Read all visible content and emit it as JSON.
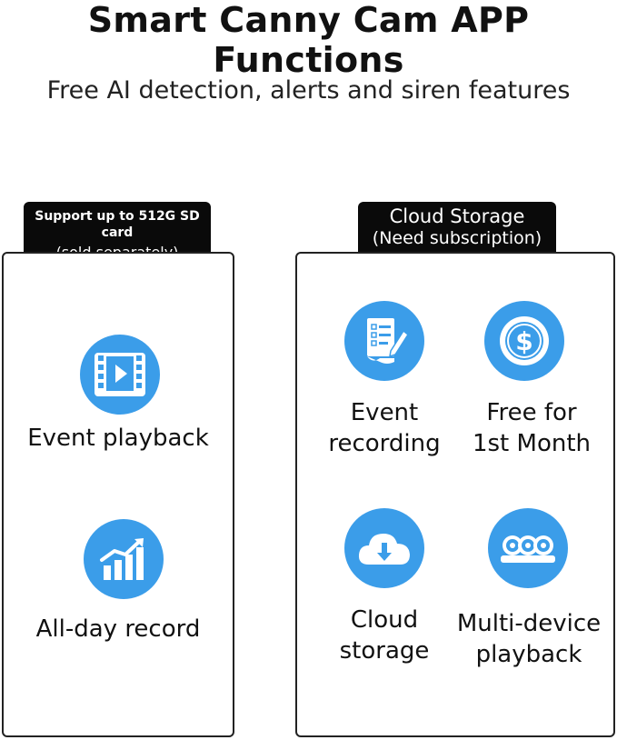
{
  "header": {
    "title": "Smart Canny Cam APP Functions",
    "subtitle": "Free AI detection, alerts and siren features"
  },
  "left_panel": {
    "tab_line1": "Support up to 512G SD card",
    "tab_line2": "(sold separately)",
    "items": [
      {
        "label": "Event playback",
        "icon": "video-playback-icon"
      },
      {
        "label": "All-day record",
        "icon": "growth-chart-icon"
      }
    ]
  },
  "right_panel": {
    "tab_line1": "Cloud Storage",
    "tab_line2": "(Need subscription)",
    "items": [
      {
        "line1": "Event",
        "line2": "recording",
        "icon": "document-edit-icon"
      },
      {
        "line1": "Free for",
        "line2": "1st Month",
        "icon": "dollar-coin-icon"
      },
      {
        "line1": "Cloud",
        "line2": "storage",
        "icon": "cloud-download-icon"
      },
      {
        "line1": "Multi-device",
        "line2": "playback",
        "icon": "multi-camera-icon"
      }
    ]
  },
  "colors": {
    "icon_blue": "#3b9de9",
    "tab_black": "#0a0a0a"
  }
}
